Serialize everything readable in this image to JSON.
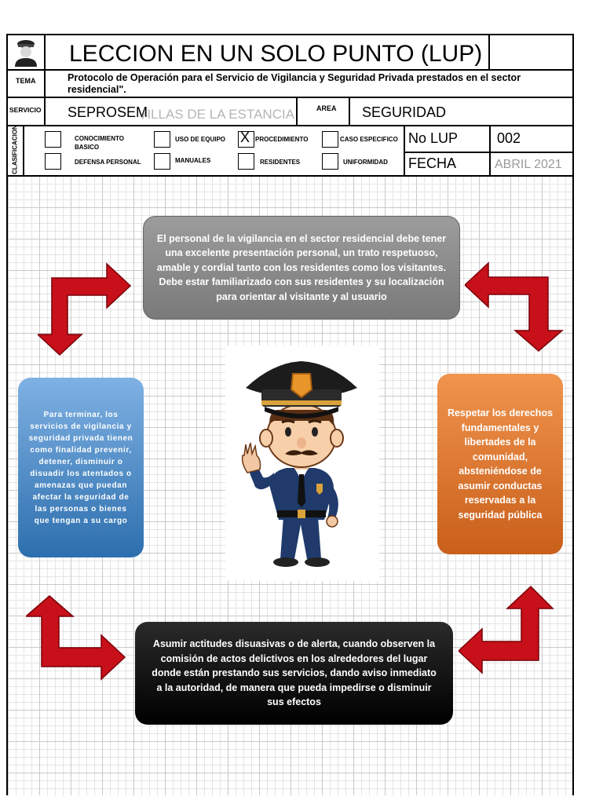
{
  "header": {
    "title": "LECCION EN UN SOLO PUNTO (LUP)",
    "tema_label": "TEMA",
    "tema_text": "Protocolo de Operación para el Servicio de Vigilancia y Seguridad Privada prestados en el sector residencial\".",
    "servicio_label": "SERVICIO",
    "servicio_value": "SEPROSEM",
    "servicio_watermark": "VILLAS DE LA ESTANCIA",
    "area_label": "AREA",
    "area_value": "SEGURIDAD",
    "clasificacion_label": "CLASIFICACION",
    "options": [
      {
        "label": "CONOCIMIENTO BASICO",
        "checked": false
      },
      {
        "label": "USO DE EQUIPO",
        "checked": false
      },
      {
        "label": "PROCEDIMIENTO",
        "checked": true
      },
      {
        "label": "CASO ESPECIFICO",
        "checked": false
      },
      {
        "label": "DEFENSA PERSONAL",
        "checked": false
      },
      {
        "label": "MANUALES",
        "checked": false
      },
      {
        "label": "RESIDENTES",
        "checked": false
      },
      {
        "label": "UNIFORMIDAD",
        "checked": false
      }
    ],
    "check_mark": "X",
    "no_lup_label": "No LUP",
    "no_lup_value": "002",
    "fecha_label": "FECHA",
    "fecha_value": "ABRIL 2021"
  },
  "boxes": {
    "top": "El personal de la vigilancia en el sector residencial debe tener una excelente presentación personal, un trato respetuoso, amable y cordial tanto con los residentes como los visitantes. Debe estar familiarizado con sus residentes y su localización para orientar al visitante y al usuario",
    "right": "Respetar los derechos fundamentales y libertades de la comunidad, absteniéndose de asumir conductas reservadas a la seguridad pública",
    "bottom": "Asumir actitudes disuasivas o de alerta, cuando observen la comisión de actos delictivos en los alrededores del lugar donde están prestando sus servicios, dando aviso inmediato a la autoridad, de manera que pueda impedirse o disminuir sus efectos",
    "left": "Para terminar, los servicios de vigilancia y seguridad privada tienen como finalidad prevenir, detener, disminuir o disuadir los atentados o amenazas que puedan afectar la seguridad de las personas o bienes que tengan a su cargo"
  },
  "colors": {
    "arrow": "#c8101a",
    "top_box": "#8a8a8a",
    "right_box": "#e06a1c",
    "left_box": "#3f86c8",
    "bottom_box": "#000000"
  }
}
